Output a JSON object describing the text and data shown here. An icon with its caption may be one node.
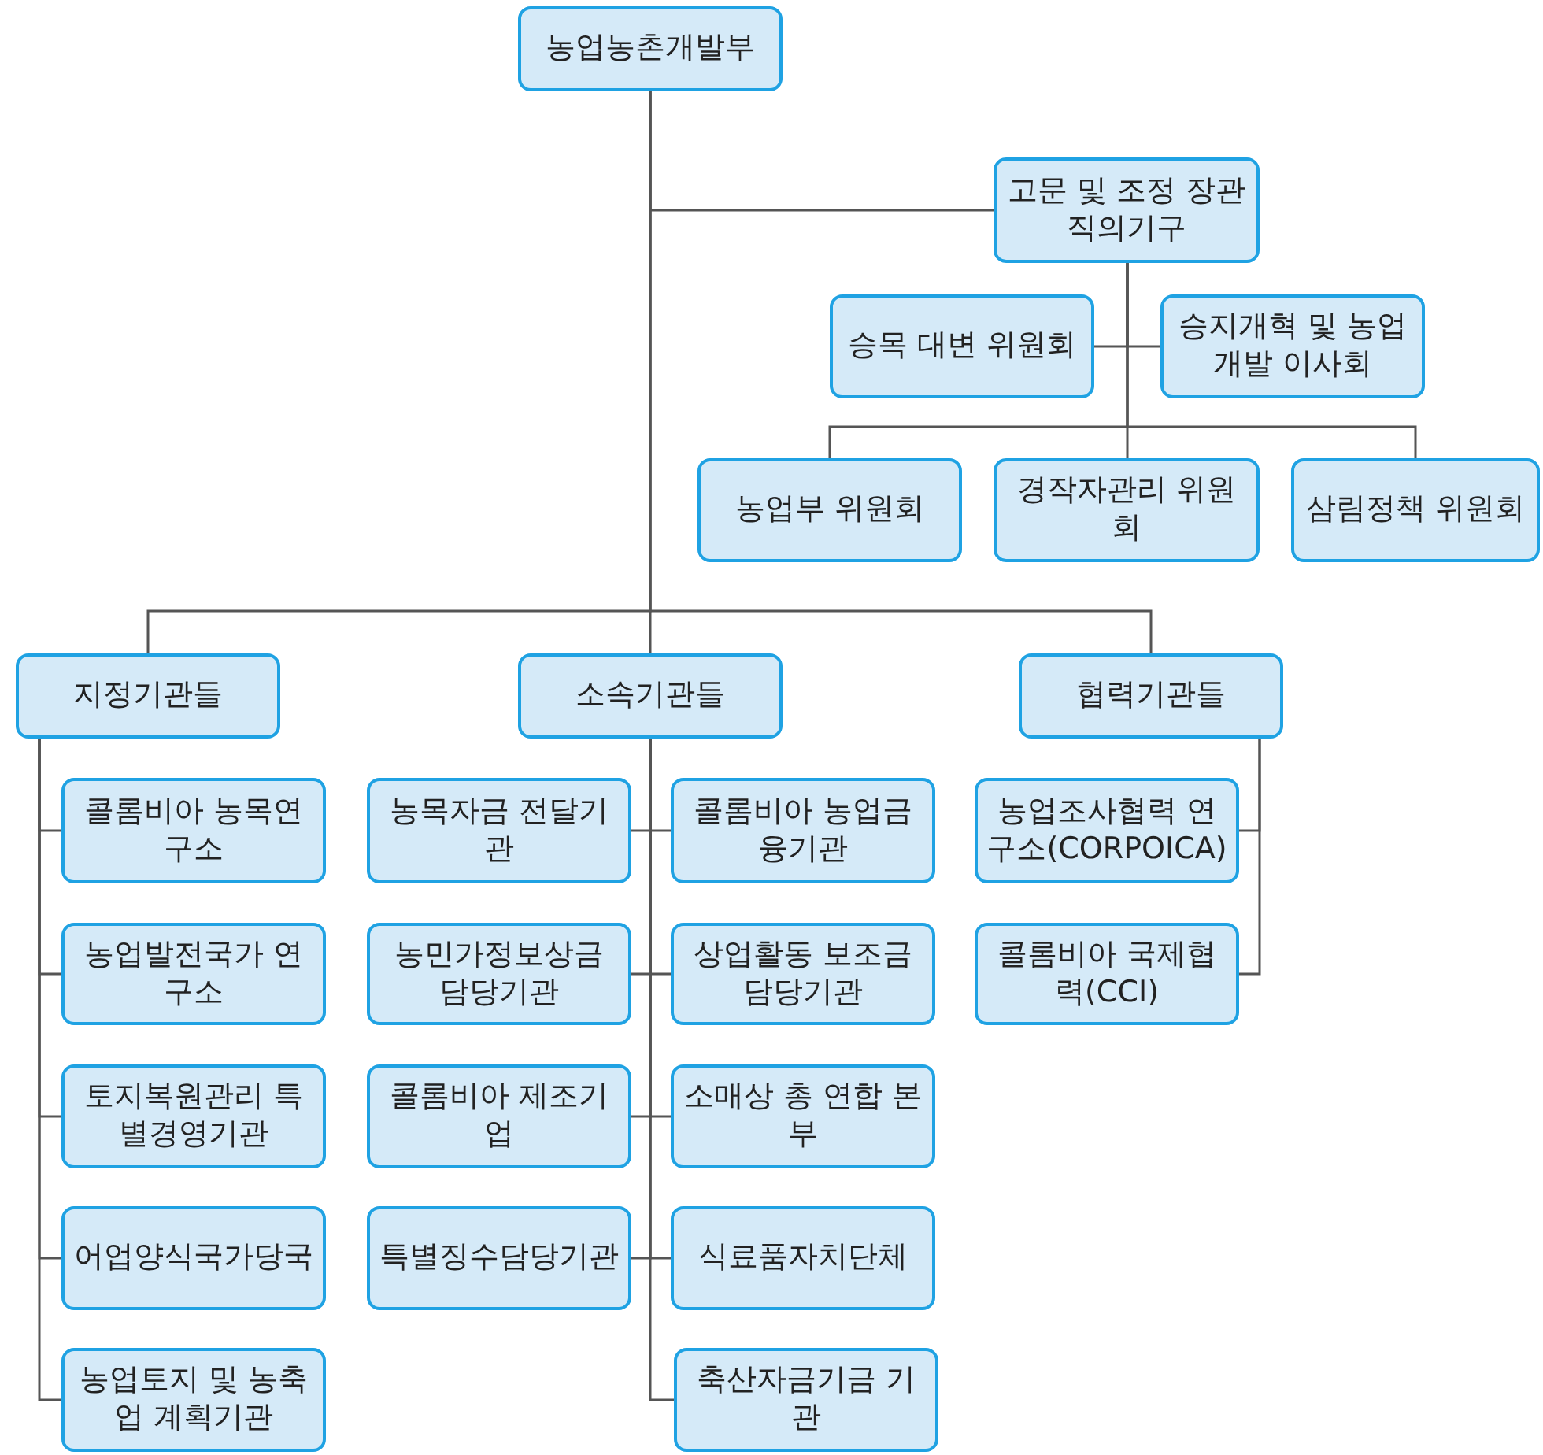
{
  "diagram": {
    "nodes": [
      {
        "text": [
          "농업농촌개발부"
        ]
      },
      {
        "text": [
          "고문 및 조정 장관 직의기구"
        ]
      },
      {
        "text": [
          "승목 대변 위원회"
        ]
      },
      {
        "text": [
          "승지개혁 및 농업개발 이사회"
        ]
      },
      {
        "text": [
          "농업부 위원회"
        ]
      },
      {
        "text": [
          "경작자관리 위원회"
        ]
      },
      {
        "text": [
          "삼림정책 위원회"
        ]
      },
      {
        "text": [
          "지정기관들"
        ]
      },
      {
        "text": [
          "소속기관들"
        ]
      },
      {
        "text": [
          "협력기관들"
        ]
      },
      {
        "text": [
          "콜롬비아 농목연구소"
        ]
      },
      {
        "text": [
          "농업발전국가 연구소"
        ]
      },
      {
        "text": [
          "토지복원관리 특별경영기관"
        ]
      },
      {
        "text": [
          "어업양식국가당국"
        ]
      },
      {
        "text": [
          "농업토지 및 농축업 계획기관"
        ]
      },
      {
        "text": [
          "농목자금 전달기관"
        ]
      },
      {
        "text": [
          "농민가정보상금 담당기관"
        ]
      },
      {
        "text": [
          "콜롬비아 제조기업"
        ]
      },
      {
        "text": [
          "특별징수담당기관"
        ]
      },
      {
        "text": [
          "콜롬비아 농업금융기관"
        ]
      },
      {
        "text": [
          "상업활동 보조금 담당기관"
        ]
      },
      {
        "text": [
          "소매상 총 연합 본부"
        ]
      },
      {
        "text": [
          "식료품자치단체"
        ]
      },
      {
        "text": [
          "축산자금기금 기관"
        ]
      },
      {
        "text": [
          "농업조사협력 연구소(CORPOICA)"
        ]
      },
      {
        "text": [
          "콜롬비아 국제협력(CCI)"
        ]
      }
    ],
    "edges": [
      {
        "from": 0,
        "to": 1,
        "arrow": "none"
      },
      {
        "from": 0,
        "to": 7,
        "arrow": "none"
      },
      {
        "from": 0,
        "to": 8,
        "arrow": "none"
      },
      {
        "from": 0,
        "to": 9,
        "arrow": "none"
      },
      {
        "from": 1,
        "to": 2,
        "arrow": "none"
      },
      {
        "from": 1,
        "to": 3,
        "arrow": "none"
      },
      {
        "from": 1,
        "to": 4,
        "arrow": "none"
      },
      {
        "from": 1,
        "to": 5,
        "arrow": "none"
      },
      {
        "from": 1,
        "to": 6,
        "arrow": "none"
      },
      {
        "from": 7,
        "to": 10,
        "arrow": "none"
      },
      {
        "from": 7,
        "to": 11,
        "arrow": "none"
      },
      {
        "from": 7,
        "to": 12,
        "arrow": "none"
      },
      {
        "from": 7,
        "to": 13,
        "arrow": "none"
      },
      {
        "from": 7,
        "to": 14,
        "arrow": "none"
      },
      {
        "from": 8,
        "to": 15,
        "arrow": "none"
      },
      {
        "from": 8,
        "to": 16,
        "arrow": "none"
      },
      {
        "from": 8,
        "to": 17,
        "arrow": "none"
      },
      {
        "from": 8,
        "to": 18,
        "arrow": "none"
      },
      {
        "from": 8,
        "to": 19,
        "arrow": "none"
      },
      {
        "from": 8,
        "to": 20,
        "arrow": "none"
      },
      {
        "from": 8,
        "to": 21,
        "arrow": "none"
      },
      {
        "from": 8,
        "to": 22,
        "arrow": "none"
      },
      {
        "from": 8,
        "to": 23,
        "arrow": "none"
      },
      {
        "from": 9,
        "to": 24,
        "arrow": "none"
      },
      {
        "from": 9,
        "to": 25,
        "arrow": "none"
      }
    ]
  }
}
